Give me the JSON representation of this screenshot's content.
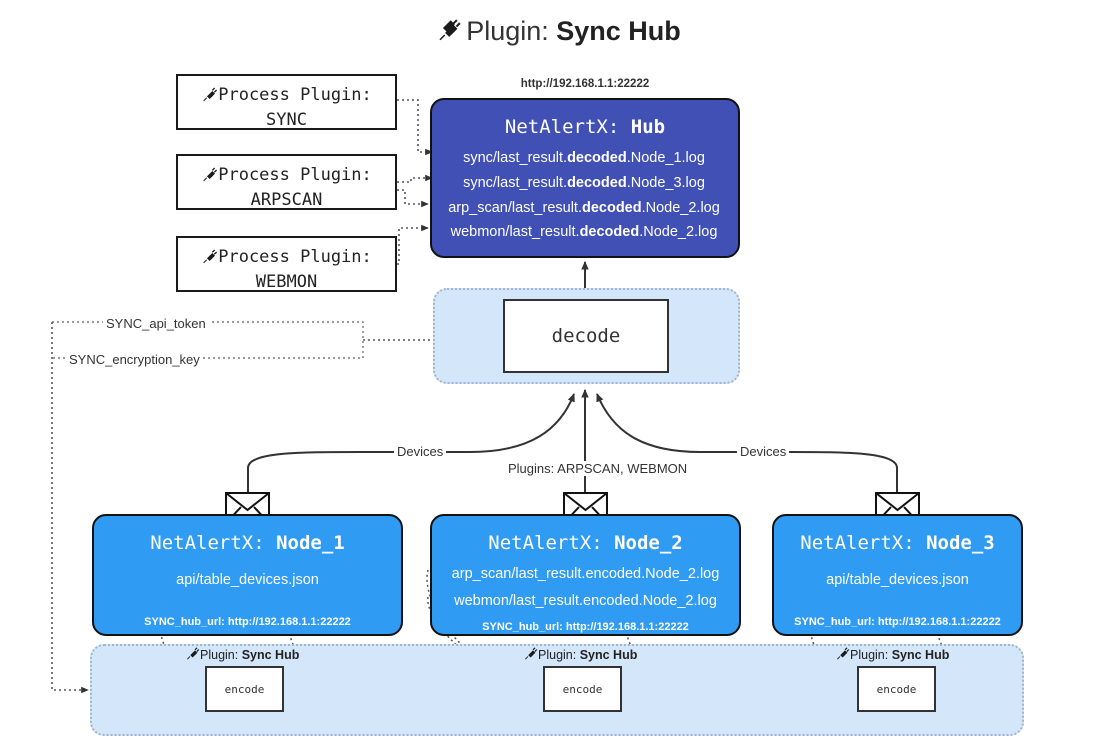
{
  "header": {
    "icon": "plug-icon",
    "prefix": "Plugin: ",
    "name": "Sync Hub"
  },
  "process_plugins": [
    {
      "icon": "plug-icon",
      "line1": "Process Plugin:",
      "line2": "SYNC"
    },
    {
      "icon": "plug-icon",
      "line1": "Process Plugin:",
      "line2": "ARPSCAN"
    },
    {
      "icon": "plug-icon",
      "line1": "Process Plugin:",
      "line2": "WEBMON"
    }
  ],
  "hub": {
    "url": "http://192.168.1.1:22222",
    "title_prefix": "NetAlertX: ",
    "title_name": "Hub",
    "logs": [
      {
        "pre": "sync/last_result.",
        "mid": "decoded",
        "post": ".Node_1.log"
      },
      {
        "pre": "sync/last_result.",
        "mid": "decoded",
        "post": ".Node_3.log"
      },
      {
        "pre": "arp_scan/last_result.",
        "mid": "decoded",
        "post": ".Node_2.log"
      },
      {
        "pre": "webmon/last_result.",
        "mid": "decoded",
        "post": ".Node_2.log"
      }
    ]
  },
  "decode": {
    "label": "decode"
  },
  "secrets": [
    {
      "label": "SYNC_api_token"
    },
    {
      "label": "SYNC_encryption_key"
    }
  ],
  "flow_labels": {
    "left_devices": "Devices",
    "center_plugins": "Plugins: ARPSCAN, WEBMON",
    "right_devices": "Devices"
  },
  "nodes": [
    {
      "icon": "envelope-icon",
      "title_prefix": "NetAlertX: ",
      "title_name": "Node_1",
      "lines": [
        "api/table_devices.json"
      ],
      "footer": "SYNC_hub_url: http://192.168.1.1:22222"
    },
    {
      "icon": "envelope-icon",
      "title_prefix": "NetAlertX: ",
      "title_name": "Node_2",
      "lines": [
        "arp_scan/last_result.encoded.Node_2.log",
        "webmon/last_result.encoded.Node_2.log"
      ],
      "footer": "SYNC_hub_url: http://192.168.1.1:22222"
    },
    {
      "icon": "envelope-icon",
      "title_prefix": "NetAlertX: ",
      "title_name": "Node_3",
      "lines": [
        "api/table_devices.json"
      ],
      "footer": "SYNC_hub_url: http://192.168.1.1:22222"
    }
  ],
  "encoders": [
    {
      "icon": "plug-icon",
      "tag_prefix": "Plugin: ",
      "tag_name": "Sync Hub",
      "label": "encode"
    },
    {
      "icon": "plug-icon",
      "tag_prefix": "Plugin: ",
      "tag_name": "Sync Hub",
      "label": "encode"
    },
    {
      "icon": "plug-icon",
      "tag_prefix": "Plugin: ",
      "tag_name": "Sync Hub",
      "label": "encode"
    }
  ],
  "colors": {
    "hub_fill": "#4050b5",
    "node_fill": "#2f9bf2",
    "subgraph_fill": "#d4e6f9",
    "stroke": "#333333",
    "text_light": "#ffffff"
  }
}
